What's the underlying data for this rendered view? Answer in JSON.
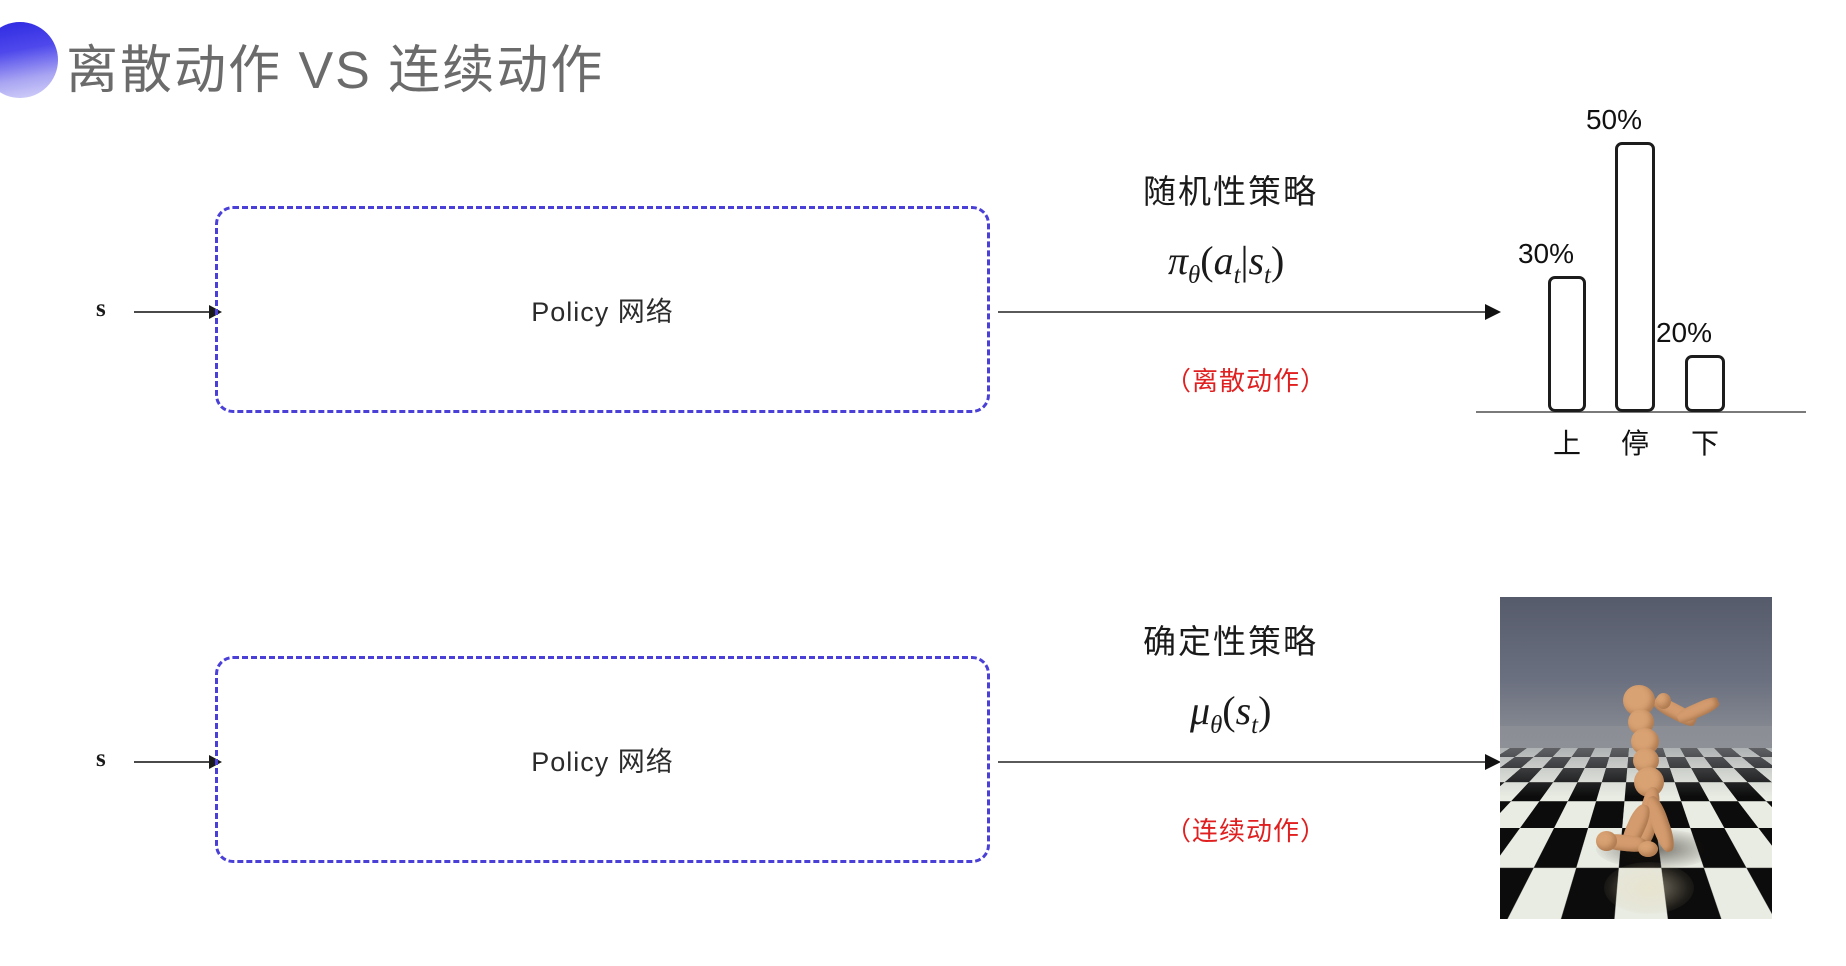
{
  "slide": {
    "title": "离散动作 VS 连续动作",
    "title_color": "#6b6b6b",
    "accent_color": "#4a40d8",
    "highlight_color": "#e02020",
    "background": "#ffffff"
  },
  "rows": [
    {
      "input_label": "s",
      "box_label": "Policy 网络",
      "policy_name": "随机性策略",
      "policy_formula": "π_θ(a_t|s_t)",
      "formula_parts": {
        "fn": "π",
        "fn_sub": "θ",
        "open": "(",
        "arg1": "a",
        "arg1_sub": "t",
        "bar": "|",
        "arg2": "s",
        "arg2_sub": "t",
        "close": ")"
      },
      "action_tag": "（离散动作）",
      "output_kind": "bar-chart"
    },
    {
      "input_label": "s",
      "box_label": "Policy 网络",
      "policy_name": "确定性策略",
      "policy_formula": "μ_θ(s_t)",
      "formula_parts": {
        "fn": "μ",
        "fn_sub": "θ",
        "open": "(",
        "arg1": "s",
        "arg1_sub": "t",
        "close": ")"
      },
      "action_tag": "（连续动作）",
      "output_kind": "humanoid-simulation"
    }
  ],
  "chart_data": {
    "type": "bar",
    "title": "",
    "categories": [
      "上",
      "停",
      "下"
    ],
    "values": [
      30,
      50,
      20
    ],
    "value_labels": [
      "30%",
      "50%",
      "20%"
    ],
    "xlabel": "",
    "ylabel": "",
    "ylim": [
      0,
      60
    ],
    "grid": false,
    "legend": false,
    "bar_style": "outline",
    "bar_color": "#ffffff",
    "bar_border": "#1c1c1c"
  },
  "simulation": {
    "name": "humanoid-walker-simulation",
    "description": "MuJoCo humanoid on checkerboard floor"
  }
}
